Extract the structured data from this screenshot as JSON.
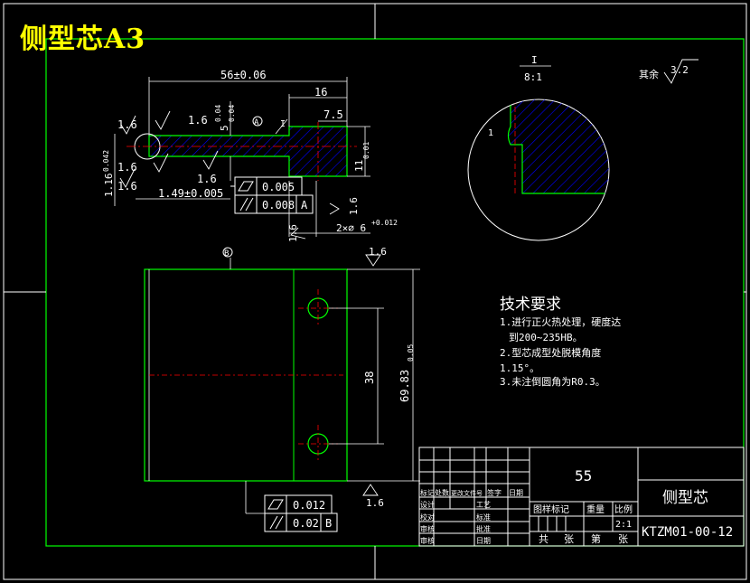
{
  "sheet": {
    "title": "侧型芯A3",
    "colors": {
      "background": "#000000",
      "frame": "#00ff00",
      "outline": "#ffffff",
      "centerline": "#ff0000",
      "hatch": "#0000ff",
      "title_text": "#ffff00"
    }
  },
  "views": {
    "section_view": {
      "dims": {
        "overall_width": "56±0.06",
        "step_16": "16",
        "step_7_5": "7.5",
        "thickness_5": "5",
        "thickness_5_tol_up": "0.04",
        "thickness_5_tol_dn": "0.04",
        "thickness_11": "11",
        "thickness_11_tol": "0.01",
        "left_1_16": "1.16",
        "left_1_16_tol": "0.042",
        "dist_1_49": "1.49±0.005",
        "diameter_6": "2×∅ 6",
        "diameter_6_tol": "+0.012",
        "detail_marker": "I",
        "datum_a": "A"
      },
      "roughness": [
        "1.6",
        "1.6",
        "1.6",
        "1.6",
        "1.6",
        "1.6",
        "1.6"
      ],
      "tolerance_frames": [
        {
          "symbol": "flatness-icon",
          "value": "0.005",
          "datum": ""
        },
        {
          "symbol": "parallelism-icon",
          "value": "0.008",
          "datum": "A"
        }
      ]
    },
    "detail_view": {
      "label_top": "I",
      "label_bottom": "8:1",
      "radius_marker": "1"
    },
    "top_view": {
      "datum_b": "B",
      "dim_38": "38",
      "dim_69": "69.83",
      "dim_69_tol": "0.05",
      "roughness_top": "1.6",
      "roughness_bottom": "1.6",
      "tolerance_frames": [
        {
          "symbol": "flatness-icon",
          "value": "0.012",
          "datum": ""
        },
        {
          "symbol": "parallelism-icon",
          "value": "0.02",
          "datum": "B"
        }
      ]
    },
    "general_roughness": {
      "label": "其余",
      "value": "3.2"
    }
  },
  "technical_requirements": {
    "heading": "技术要求",
    "items": [
      "1.进行正火热处理，硬度达",
      "到200~235HB。",
      "2.型芯成型处脱模角度",
      "1.15°。",
      "3.未注倒圆角为R0.3。"
    ]
  },
  "title_block": {
    "material": "55",
    "part_name": "侧型芯",
    "drawing_number": "KTZM01-00-12",
    "headers": [
      "标记",
      "处数",
      "更改文件号",
      "签字",
      "日期"
    ],
    "roles_left": [
      "设计",
      "校对",
      "审核",
      "审核"
    ],
    "roles_right": [
      "工艺",
      "标准",
      "批准",
      "日期"
    ],
    "mid_headers": [
      "图样标记",
      "重量",
      "比例"
    ],
    "scale": "2:1",
    "sheets": [
      "共",
      "张",
      "第",
      "张"
    ]
  }
}
